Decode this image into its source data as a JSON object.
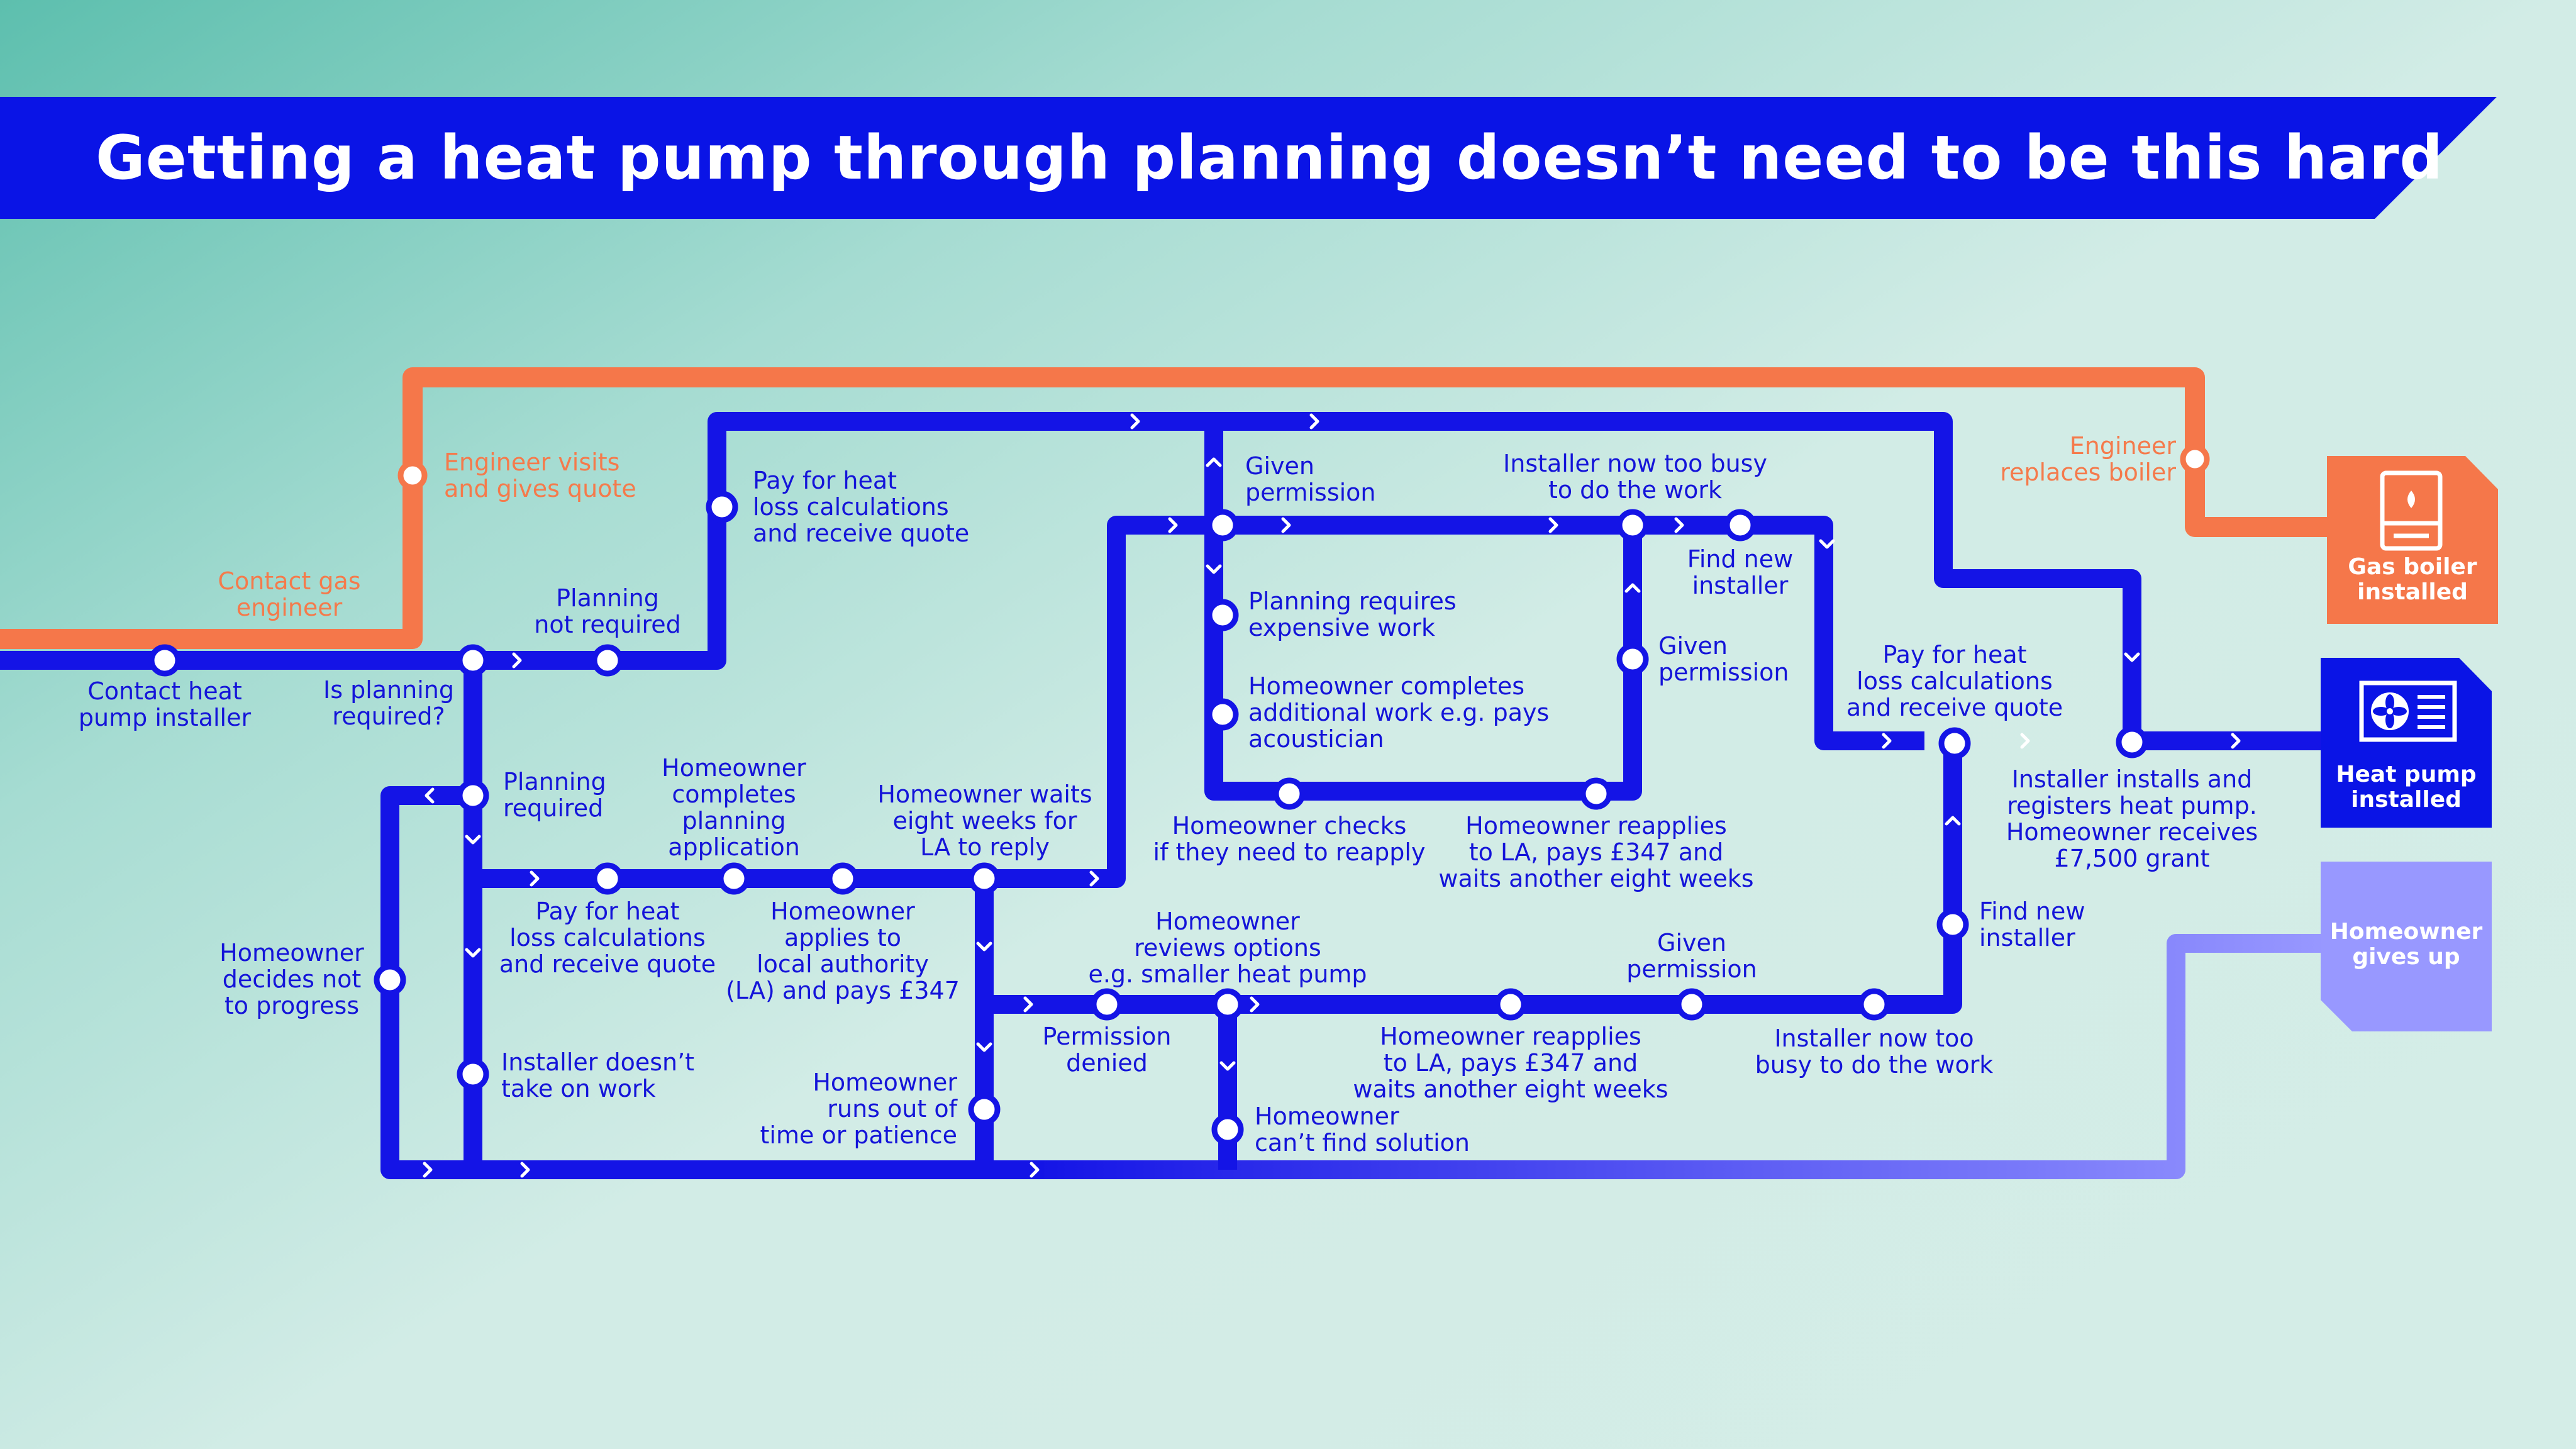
{
  "title": "Getting a heat pump through planning doesn’t need to be this hard",
  "colors": {
    "blue_line": "#1414e6",
    "orange_line": "#f5774a",
    "lilac_line": "#9898ff",
    "title_bar": "#0a14e6",
    "gas_box": "#f5774a",
    "heat_pump_box": "#0a14e6",
    "gives_up_box": "#9898ff",
    "background_top_left": "#5dbfae",
    "background": "#d2ece6"
  },
  "stations": {
    "contact_heat_pump_installer": "Contact heat\npump installer",
    "contact_gas_engineer": "Contact gas\nengineer",
    "engineer_visits": "Engineer visits\nand gives quote",
    "is_planning_required": "Is planning\nrequired?",
    "planning_not_required": "Planning\nnot required",
    "pay_heat_loss_top": "Pay for heat\nloss calculations\nand receive quote",
    "given_permission_top": "Given\npermission",
    "installer_too_busy_top": "Installer now too busy\nto do the work",
    "find_new_installer_top": "Find new\ninstaller",
    "planning_requires_work": "Planning requires\nexpensive work",
    "homeowner_completes_work": "Homeowner completes\nadditional work e.g. pays\nacoustician",
    "given_permission_mid": "Given\npermission",
    "homeowner_checks": "Homeowner checks\nif they need to reapply",
    "homeowner_reapplies_top": "Homeowner reapplies\nto LA, pays £347 and\nwaits another eight weeks",
    "engineer_replaces_boiler": "Engineer\nreplaces boiler",
    "pay_heat_loss_right": "Pay for heat\nloss calculations\nand receive quote",
    "installer_installs": "Installer installs and\nregisters heat pump.\nHomeowner receives\n£7,500 grant",
    "planning_required": "Planning\nrequired",
    "homeowner_completes_application": "Homeowner\ncompletes\nplanning\napplication",
    "homeowner_waits": "Homeowner waits\neight weeks for\nLA to reply",
    "pay_heat_loss_mid": "Pay for heat\nloss calculations\nand receive quote",
    "homeowner_applies": "Homeowner\napplies to\nlocal authority\n(LA) and pays £347",
    "homeowner_decides_not": "Homeowner\ndecides not\nto progress",
    "installer_doesnt_take": "Installer doesn’t\ntake on work",
    "homeowner_runs_out": "Homeowner\nruns out of\ntime or patience",
    "permission_denied": "Permission\ndenied",
    "homeowner_reviews": "Homeowner\nreviews options\ne.g. smaller heat pump",
    "homeowner_cant_find": "Homeowner\ncan’t find solution",
    "homeowner_reapplies_bottom": "Homeowner reapplies\nto LA, pays £347 and\nwaits another eight weeks",
    "given_permission_bottom": "Given\npermission",
    "installer_too_busy_bottom": "Installer now too\nbusy to do the work",
    "find_new_installer_right": "Find new\ninstaller"
  },
  "endpoints": {
    "gas_boiler": {
      "label": "Gas boiler\ninstalled",
      "icon": "boiler-icon"
    },
    "heat_pump": {
      "label": "Heat pump\ninstalled",
      "icon": "heat-pump-icon"
    },
    "gives_up": {
      "label": "Homeowner\ngives up"
    }
  }
}
